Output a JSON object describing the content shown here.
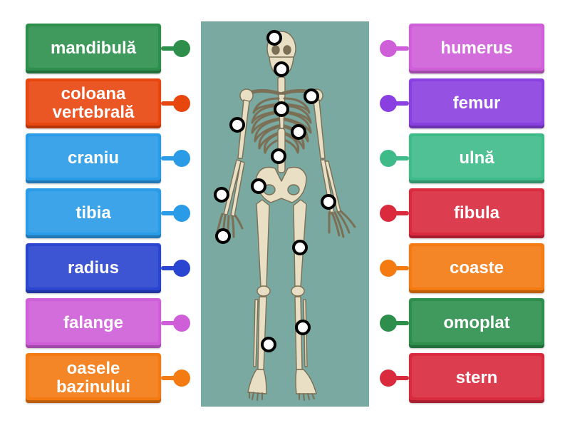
{
  "left_labels": [
    {
      "text": "mandibulă",
      "color": "#2e8f4d"
    },
    {
      "text": "coloana\nvertebrală",
      "color": "#e8460f"
    },
    {
      "text": "craniu",
      "color": "#2a9be7"
    },
    {
      "text": "tibia",
      "color": "#2a9be7"
    },
    {
      "text": "radius",
      "color": "#2a45cf"
    },
    {
      "text": "falange",
      "color": "#cf5fd9"
    },
    {
      "text": "oasele\nbazinului",
      "color": "#f47a12"
    }
  ],
  "right_labels": [
    {
      "text": "humerus",
      "color": "#cf5fd9"
    },
    {
      "text": "femur",
      "color": "#8a40e0"
    },
    {
      "text": "ulnă",
      "color": "#3fbb8a"
    },
    {
      "text": "fibula",
      "color": "#d92a3e"
    },
    {
      "text": "coaste",
      "color": "#f47a12"
    },
    {
      "text": "omoplat",
      "color": "#2e8f4d"
    },
    {
      "text": "stern",
      "color": "#d92a3e"
    }
  ],
  "figure": {
    "background": "#7aa9a1",
    "bone_color": "#e8dfc4",
    "outline_color": "#7b6f55"
  }
}
